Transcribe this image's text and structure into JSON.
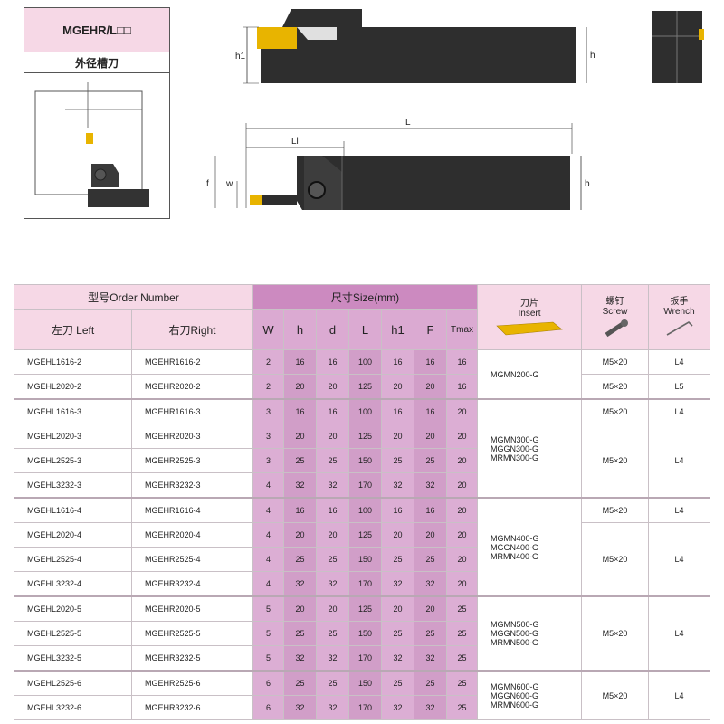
{
  "card": {
    "title": "MGEHR/L□□",
    "subtitle": "外径槽刀"
  },
  "drawing": {
    "labels": {
      "h1": "h1",
      "h": "h",
      "L": "L",
      "Ll": "Ll",
      "f": "f",
      "w": "w",
      "b": "b"
    }
  },
  "table": {
    "header": {
      "order_number": "型号Order Number",
      "size": "尺寸Size(mm)",
      "insert_cn": "刀片",
      "insert_en": "Insert",
      "screw_cn": "螺钉",
      "screw_en": "Screw",
      "wrench_cn": "扳手",
      "wrench_en": "Wrench",
      "left": "左刀 Left",
      "right": "右刀Right",
      "cols": [
        "W",
        "h",
        "d",
        "L",
        "h1",
        "F",
        "Tmax"
      ]
    },
    "rows": [
      {
        "left": "MGEHL1616-2",
        "right": "MGEHR1616-2",
        "sizes": [
          "2",
          "16",
          "16",
          "100",
          "16",
          "16",
          "16"
        ]
      },
      {
        "left": "MGEHL2020-2",
        "right": "MGEHR2020-2",
        "sizes": [
          "2",
          "20",
          "20",
          "125",
          "20",
          "20",
          "16"
        ]
      },
      {
        "left": "MGEHL1616-3",
        "right": "MGEHR1616-3",
        "sizes": [
          "3",
          "16",
          "16",
          "100",
          "16",
          "16",
          "20"
        ]
      },
      {
        "left": "MGEHL2020-3",
        "right": "MGEHR2020-3",
        "sizes": [
          "3",
          "20",
          "20",
          "125",
          "20",
          "20",
          "20"
        ]
      },
      {
        "left": "MGEHL2525-3",
        "right": "MGEHR2525-3",
        "sizes": [
          "3",
          "25",
          "25",
          "150",
          "25",
          "25",
          "20"
        ]
      },
      {
        "left": "MGEHL3232-3",
        "right": "MGEHR3232-3",
        "sizes": [
          "4",
          "32",
          "32",
          "170",
          "32",
          "32",
          "20"
        ]
      },
      {
        "left": "MGEHL1616-4",
        "right": "MGEHR1616-4",
        "sizes": [
          "4",
          "16",
          "16",
          "100",
          "16",
          "16",
          "20"
        ]
      },
      {
        "left": "MGEHL2020-4",
        "right": "MGEHR2020-4",
        "sizes": [
          "4",
          "20",
          "20",
          "125",
          "20",
          "20",
          "20"
        ]
      },
      {
        "left": "MGEHL2525-4",
        "right": "MGEHR2525-4",
        "sizes": [
          "4",
          "25",
          "25",
          "150",
          "25",
          "25",
          "20"
        ]
      },
      {
        "left": "MGEHL3232-4",
        "right": "MGEHR3232-4",
        "sizes": [
          "4",
          "32",
          "32",
          "170",
          "32",
          "32",
          "20"
        ]
      },
      {
        "left": "MGEHL2020-5",
        "right": "MGEHR2020-5",
        "sizes": [
          "5",
          "20",
          "20",
          "125",
          "20",
          "20",
          "25"
        ]
      },
      {
        "left": "MGEHL2525-5",
        "right": "MGEHR2525-5",
        "sizes": [
          "5",
          "25",
          "25",
          "150",
          "25",
          "25",
          "25"
        ]
      },
      {
        "left": "MGEHL3232-5",
        "right": "MGEHR3232-5",
        "sizes": [
          "5",
          "32",
          "32",
          "170",
          "32",
          "32",
          "25"
        ]
      },
      {
        "left": "MGEHL2525-6",
        "right": "MGEHR2525-6",
        "sizes": [
          "6",
          "25",
          "25",
          "150",
          "25",
          "25",
          "25"
        ]
      },
      {
        "left": "MGEHL3232-6",
        "right": "MGEHR3232-6",
        "sizes": [
          "6",
          "32",
          "32",
          "170",
          "32",
          "32",
          "25"
        ]
      }
    ],
    "inserts": [
      {
        "lines": [
          "MGMN200-G"
        ]
      },
      {
        "lines": [
          "MGMN300-G",
          "MGGN300-G",
          "MRMN300-G"
        ]
      },
      {
        "lines": [
          "MGMN400-G",
          "MGGN400-G",
          "MRMN400-G"
        ]
      },
      {
        "lines": [
          "MGMN500-G",
          "MGGN500-G",
          "MRMN500-G"
        ]
      },
      {
        "lines": [
          "MGMN600-G",
          "MGGN600-G",
          "MRMN600-G"
        ]
      }
    ],
    "screws": [
      "M5×20",
      "M5×20",
      "M5×20",
      "M5×20",
      "M5×20",
      "M5×20",
      "M5×20",
      "M5×20"
    ],
    "wrenches": [
      "L4",
      "L5",
      "L4",
      "L4",
      "L4",
      "L4",
      "L4",
      "L4"
    ]
  }
}
